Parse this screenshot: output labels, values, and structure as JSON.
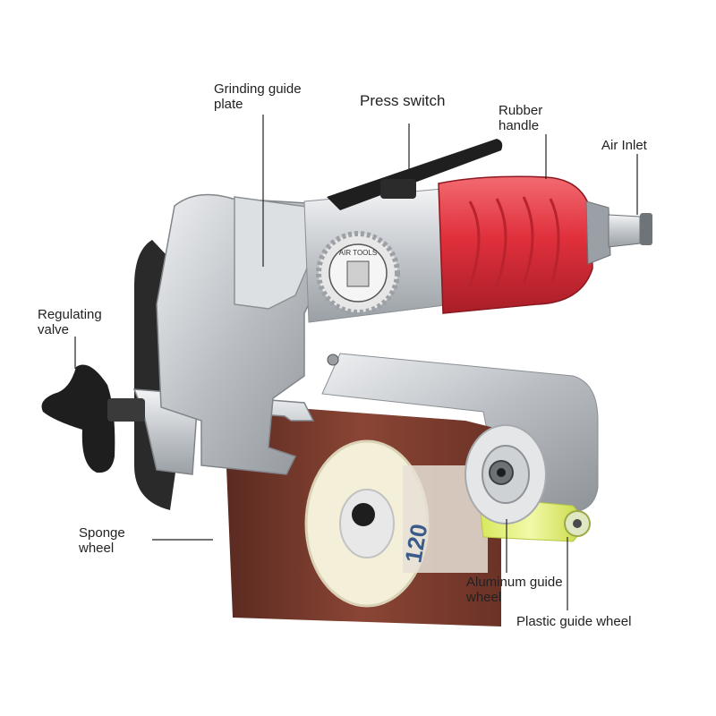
{
  "labels": {
    "grinding_guide_plate": [
      "Grinding guide",
      "plate"
    ],
    "press_switch": [
      "Press switch"
    ],
    "rubber_handle": [
      "Rubber",
      "handle"
    ],
    "air_inlet": [
      "Air Inlet"
    ],
    "regulating_valve": [
      "Regulating",
      "valve"
    ],
    "sponge_wheel": [
      "Sponge",
      "wheel"
    ],
    "aluminum_guide_wheel": [
      "Aluminum guide",
      "wheel"
    ],
    "plastic_guide_wheel": [
      "Plastic guide wheel"
    ]
  },
  "badge_text": "AIR TOOLS",
  "belt_text": "120",
  "colors": {
    "handle_red": "#e0303c",
    "body_silver": "#c9ccd0",
    "belt_brown": "#7a3b2e",
    "sponge_cream": "#f4efd9",
    "plastic_green": "#e6f28a",
    "knob_black": "#1e1e1e"
  }
}
